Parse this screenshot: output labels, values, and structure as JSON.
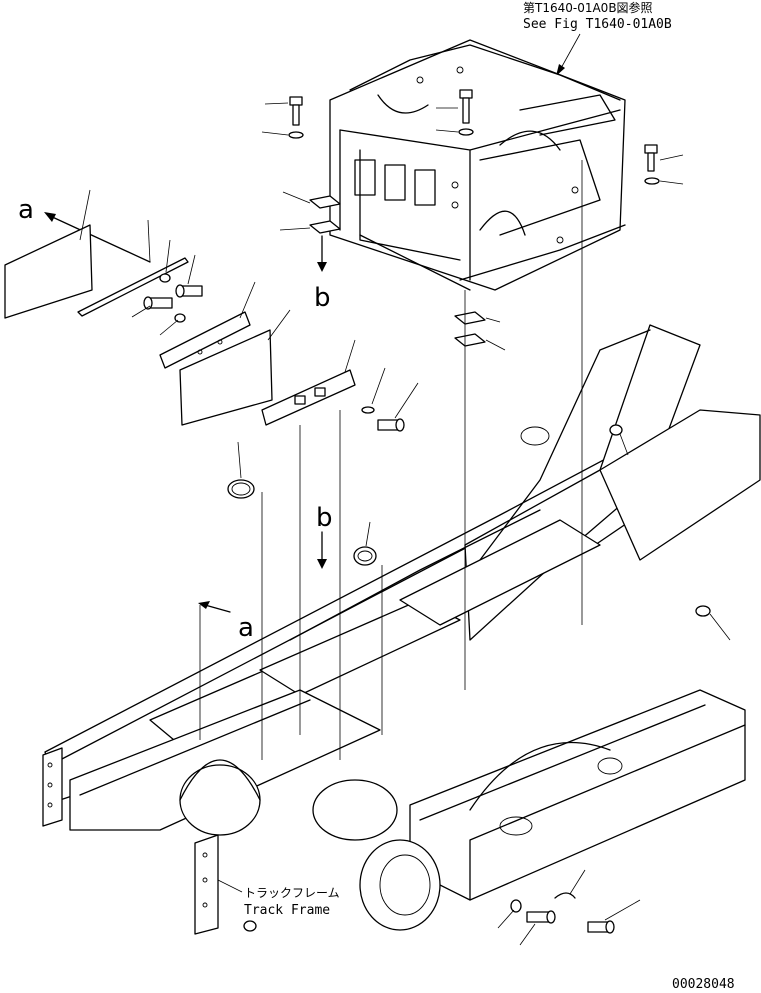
{
  "reference": {
    "jp": "第T1640-01A0B図参照",
    "en": "See Fig T1640-01A0B"
  },
  "callouts": {
    "a": "a",
    "b": "b"
  },
  "track_frame": {
    "jp": "トラックフレーム",
    "en": "Track Frame"
  },
  "drawing_number": "00028048"
}
